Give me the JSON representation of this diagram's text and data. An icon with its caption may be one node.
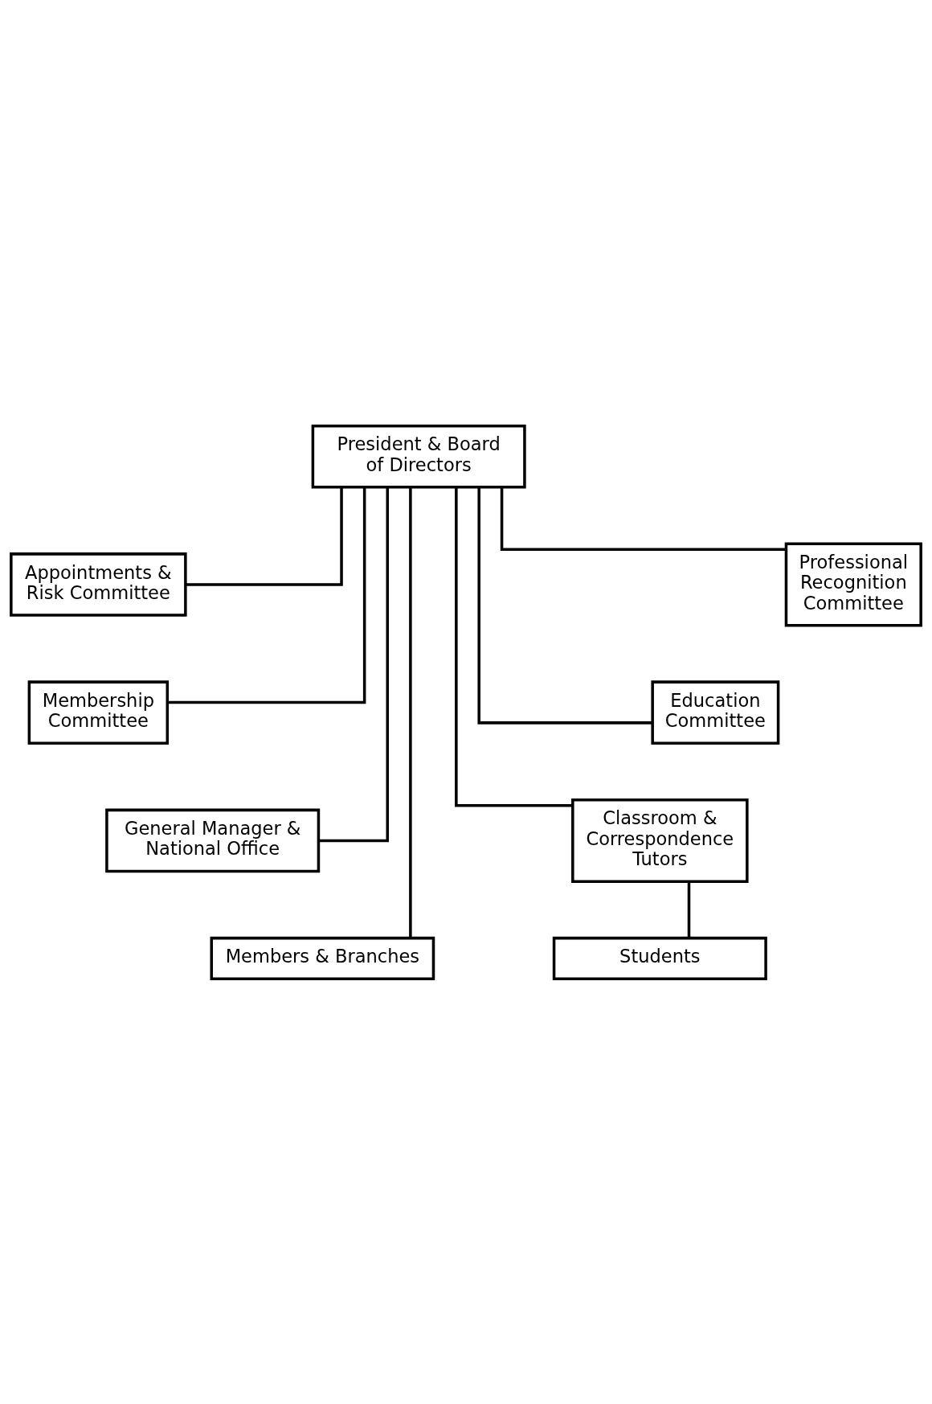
{
  "diagram": {
    "nodes": [
      {
        "text": [
          "President & Board of Directors"
        ]
      },
      {
        "text": [
          "Appointments & Risk Committee"
        ]
      },
      {
        "text": [
          "Professional Recognition Committee"
        ]
      },
      {
        "text": [
          "Membership Committee"
        ]
      },
      {
        "text": [
          "Education Committee"
        ]
      },
      {
        "text": [
          "General Manager & National Office"
        ]
      },
      {
        "text": [
          "Classroom & Correspondence Tutors"
        ]
      },
      {
        "text": [
          "Students"
        ]
      },
      {
        "text": [
          "Members & Branches"
        ]
      }
    ],
    "edges": [
      {
        "from": 0,
        "to": 1,
        "arrow": "none"
      },
      {
        "from": 0,
        "to": 2,
        "arrow": "none"
      },
      {
        "from": 0,
        "to": 3,
        "arrow": "none"
      },
      {
        "from": 0,
        "to": 4,
        "arrow": "none"
      },
      {
        "from": 0,
        "to": 5,
        "arrow": "none"
      },
      {
        "from": 0,
        "to": 6,
        "arrow": "none"
      },
      {
        "from": 0,
        "to": 8,
        "arrow": "none"
      },
      {
        "from": 6,
        "to": 7,
        "arrow": "none"
      }
    ]
  }
}
